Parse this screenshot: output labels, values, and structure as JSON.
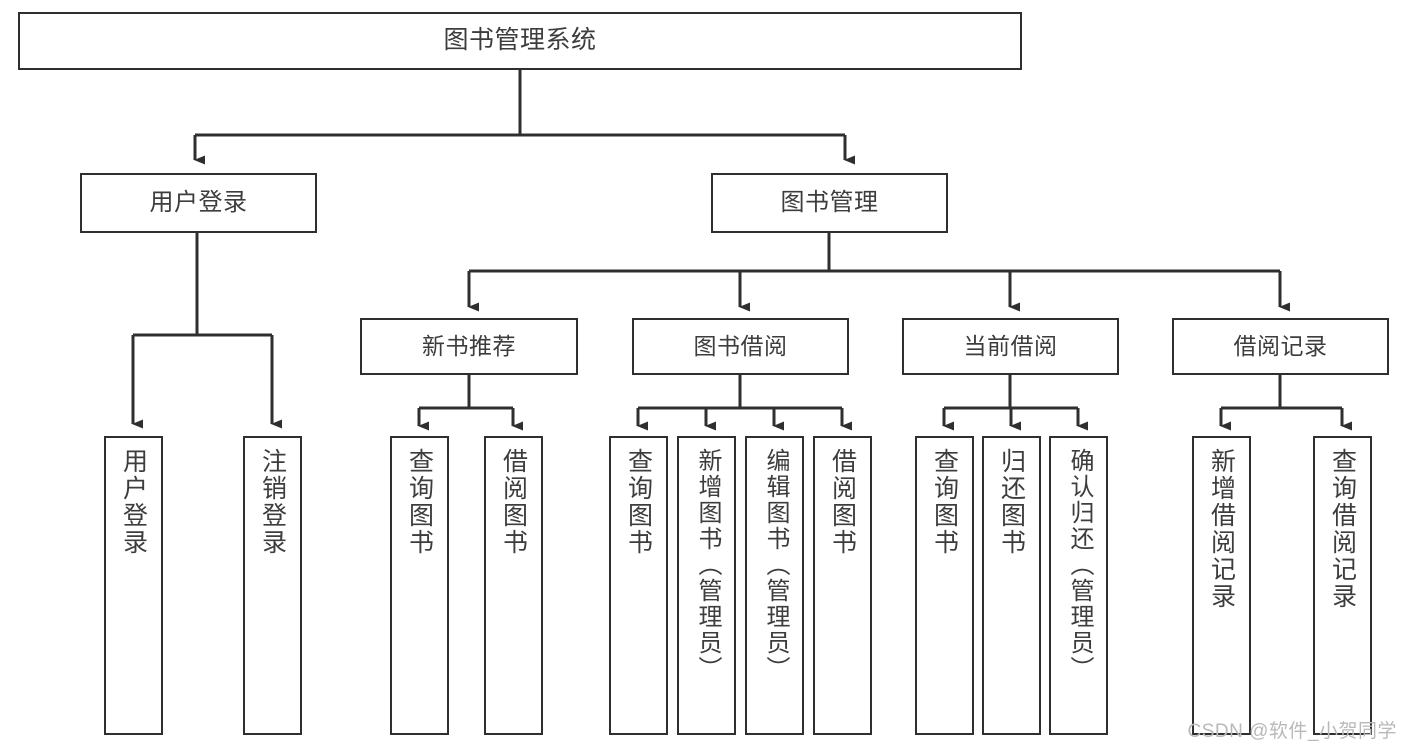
{
  "diagram": {
    "title_node": {
      "label": "图书管理系统"
    },
    "level1": [
      {
        "id": "user-login",
        "label": "用户登录"
      },
      {
        "id": "book-management",
        "label": "图书管理"
      }
    ],
    "level2": [
      {
        "id": "new-book-recommend",
        "label": "新书推荐"
      },
      {
        "id": "book-borrow",
        "label": "图书借阅"
      },
      {
        "id": "current-borrow",
        "label": "当前借阅"
      },
      {
        "id": "borrow-record",
        "label": "借阅记录"
      }
    ],
    "leaves": {
      "user_login": [
        {
          "id": "leaf-user-login",
          "label": "用户登录"
        },
        {
          "id": "leaf-logout-login",
          "label": "注销登录"
        }
      ],
      "new_book_recommend": [
        {
          "id": "leaf-query-books-1",
          "label": "查询图书"
        },
        {
          "id": "leaf-borrow-books-1",
          "label": "借阅图书"
        }
      ],
      "book_borrow": [
        {
          "id": "leaf-query-books-2",
          "label": "查询图书"
        },
        {
          "id": "leaf-add-book-admin",
          "label": "新增图书（管理员）"
        },
        {
          "id": "leaf-edit-book-admin",
          "label": "编辑图书（管理员）"
        },
        {
          "id": "leaf-borrow-books-2",
          "label": "借阅图书"
        }
      ],
      "current_borrow": [
        {
          "id": "leaf-query-books-3",
          "label": "查询图书"
        },
        {
          "id": "leaf-return-books",
          "label": "归还图书"
        },
        {
          "id": "leaf-confirm-return-admin",
          "label": "确认归还（管理员）"
        }
      ],
      "borrow_record": [
        {
          "id": "leaf-add-borrow-record",
          "label": "新增借阅记录"
        },
        {
          "id": "leaf-query-borrow-record",
          "label": "查询借阅记录"
        }
      ]
    }
  },
  "watermark": {
    "text": "CSDN @软件_小贺同学"
  },
  "colors": {
    "node_border": "#2f2f2f",
    "edge": "#2f2f2f",
    "text": "#3d3d3d",
    "background": "#ffffff",
    "watermark": "#b9b9b9"
  }
}
